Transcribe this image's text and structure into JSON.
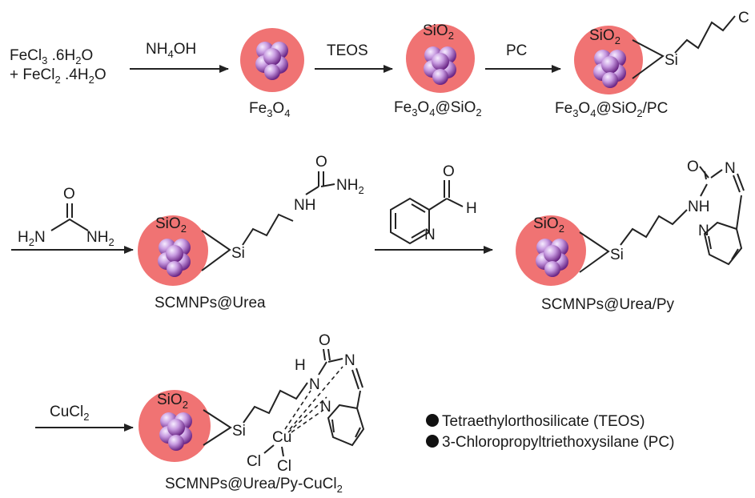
{
  "row1": {
    "reactant_line1": {
      "a": "FeCl",
      "b": "3",
      "c": " .6H",
      "d": "2",
      "e": "O"
    },
    "reactant_line2": {
      "a": "+ FeCl",
      "b": "2",
      "c": " .4H",
      "d": "2",
      "e": "O"
    },
    "reagent1": {
      "a": "NH",
      "b": "4",
      "c": "OH"
    },
    "product1": {
      "a": "Fe",
      "b": "3",
      "c": "O",
      "d": "4"
    },
    "reagent2": "TEOS",
    "product2": {
      "a": "Fe",
      "b": "3",
      "c": "O",
      "d": "4",
      "e": "@SiO",
      "f": "2"
    },
    "reagent3": "PC",
    "product3": {
      "a": "Fe",
      "b": "3",
      "c": "O",
      "d": "4",
      "e": "@SiO",
      "f": "2",
      "g": "/PC"
    },
    "chain_end": "C"
  },
  "shell_label": {
    "a": "SiO",
    "b": "2"
  },
  "si": "Si",
  "row2": {
    "urea": {
      "o": "O",
      "h2n_a": "H",
      "h2n_b": "2",
      "h2n_c": "N",
      "nh2_a": "NH",
      "nh2_b": "2"
    },
    "product4": "SCMNPs@Urea",
    "product4_nh": "NH",
    "product4_o": "O",
    "product4_nh2": {
      "a": "NH",
      "b": "2"
    },
    "aldehyde": {
      "o": "O",
      "h": "H",
      "n": "N"
    },
    "product5": "SCMNPs@Urea/Py",
    "product5_o": "O",
    "product5_n": "N",
    "product5_nh": "NH",
    "product5_pyn": "N"
  },
  "row3": {
    "reagent": {
      "a": "CuCl",
      "b": "2"
    },
    "o": "O",
    "n_imine": "N",
    "h": "H",
    "n_amide": "N",
    "n_py": "N",
    "cu": "Cu",
    "cl1": "Cl",
    "cl2": "Cl",
    "product6": {
      "a": "SCMNPs@Urea/Py-CuCl",
      "b": "2"
    }
  },
  "legend": [
    {
      "text": "Tetraethylorthosilicate (TEOS)"
    },
    {
      "text": "3-Chloropropyltriethoxysilane (PC)"
    }
  ],
  "colors": {
    "shell": "#f07373",
    "core_light": "#eedcff",
    "core_dark": "#7a2f9a"
  }
}
